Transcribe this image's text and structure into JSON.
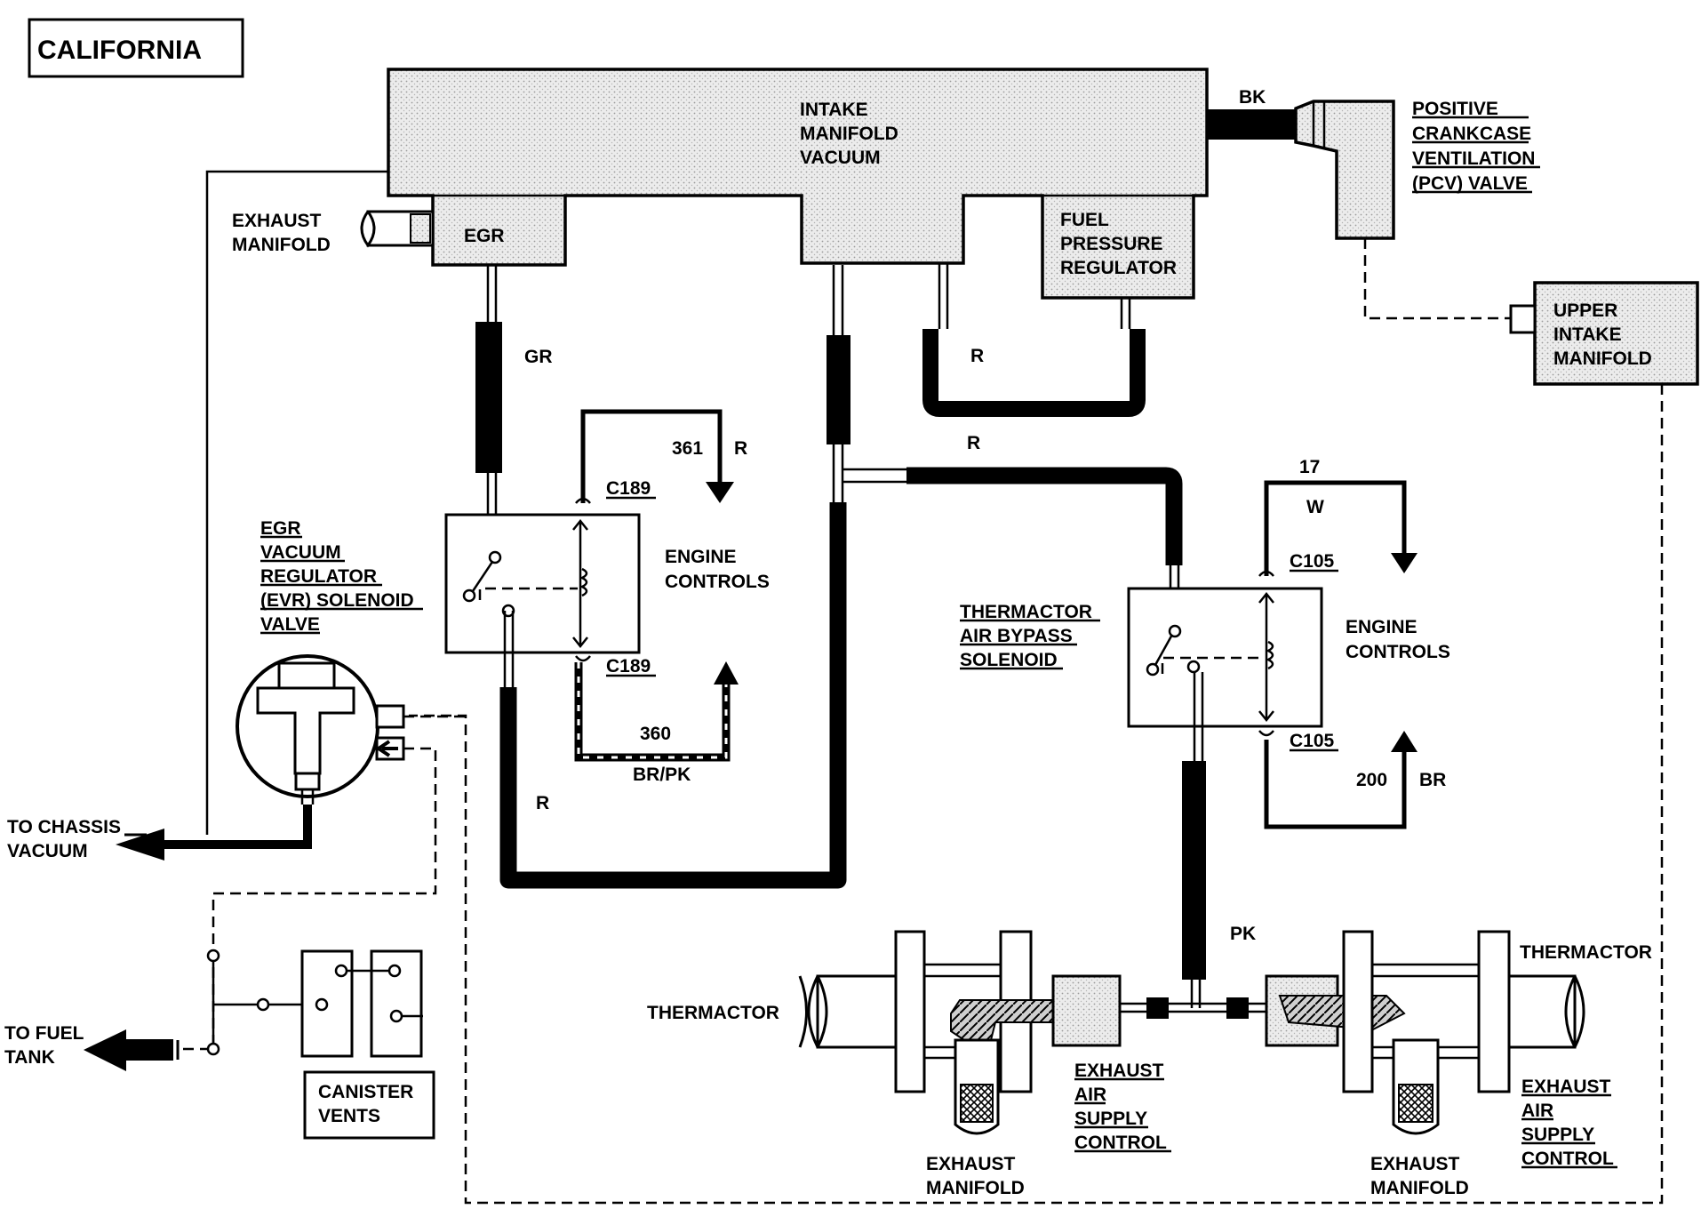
{
  "title": "CALIFORNIA",
  "labels": {
    "intake_manifold_vacuum": [
      "INTAKE",
      "MANIFOLD",
      "VACUUM"
    ],
    "exhaust_manifold_top": [
      "EXHAUST",
      "MANIFOLD"
    ],
    "egr": "EGR",
    "fuel_pressure_regulator": [
      "FUEL",
      "PRESSURE",
      "REGULATOR"
    ],
    "pcv_valve": [
      "POSITIVE",
      "CRANKCASE",
      "VENTILATION",
      "(PCV) VALVE"
    ],
    "upper_intake_manifold": [
      "UPPER",
      "INTAKE",
      "MANIFOLD"
    ],
    "evr_solenoid": [
      "EGR",
      "VACUUM",
      "REGULATOR",
      "(EVR) SOLENOID",
      "VALVE"
    ],
    "engine_controls_1": [
      "ENGINE",
      "CONTROLS"
    ],
    "engine_controls_2": [
      "ENGINE",
      "CONTROLS"
    ],
    "thermactor_bypass": [
      "THERMACTOR",
      "AIR BYPASS",
      "SOLENOID"
    ],
    "to_chassis_vacuum": [
      "TO CHASSIS",
      "VACUUM"
    ],
    "to_fuel_tank": [
      "TO FUEL",
      "TANK"
    ],
    "canister_vents": [
      "CANISTER",
      "VENTS"
    ],
    "thermactor_left": "THERMACTOR",
    "thermactor_right": "THERMACTOR",
    "exhaust_air_supply_left": [
      "EXHAUST",
      "AIR",
      "SUPPLY",
      "CONTROL"
    ],
    "exhaust_air_supply_right": [
      "EXHAUST",
      "AIR",
      "SUPPLY",
      "CONTROL"
    ],
    "exhaust_manifold_left": [
      "EXHAUST",
      "MANIFOLD"
    ],
    "exhaust_manifold_right": [
      "EXHAUST",
      "MANIFOLD"
    ]
  },
  "hoses": {
    "bk": "BK",
    "gr": "GR",
    "r_fuel": "R",
    "r_tee": "R",
    "r_loop": "R",
    "pk": "PK"
  },
  "circuits": {
    "c189_top": "C189",
    "c189_bottom": "C189",
    "c105_top": "C105",
    "c105_bottom": "C105",
    "w361_num": "361",
    "w361_color": "R",
    "w360_num": "360",
    "w360_color": "BR/PK",
    "w17_num": "17",
    "w17_color": "W",
    "w200_num": "200",
    "w200_color": "BR"
  }
}
